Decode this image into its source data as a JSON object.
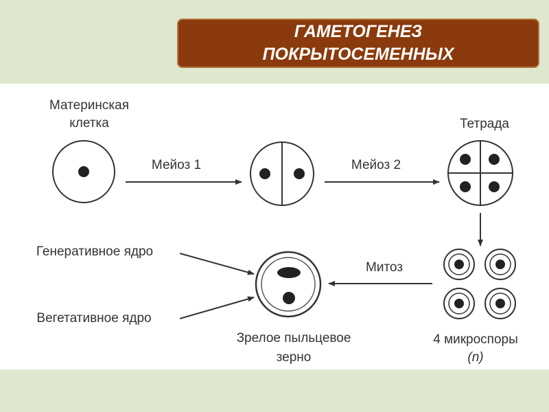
{
  "title": {
    "line1": "ГАМЕТОГЕНЕЗ",
    "line2": "ПОКРЫТОСЕМЕННЫХ"
  },
  "diagram": {
    "mother_cell_label": {
      "line1": "Материнская",
      "line2": "клетка"
    },
    "meiosis1_label": "Мейоз 1",
    "meiosis2_label": "Мейоз 2",
    "tetrad_label": "Тетрада",
    "mitosis_label": "Митоз",
    "microspores_label": {
      "line1": "4 микроспоры",
      "line2": "(n)"
    },
    "generative_nucleus_label": "Генеративное ядро",
    "vegetative_nucleus_label": "Вегетативное ядро",
    "pollen_grain_label": {
      "line1": "Зрелое пыльцевое",
      "line2": "зерно"
    }
  },
  "colors": {
    "banner": "#8a3a0c",
    "page_background": "#dfe8cf",
    "stroke": "#333333"
  }
}
